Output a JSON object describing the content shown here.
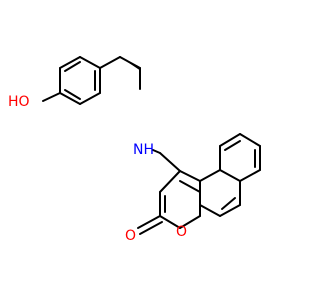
{
  "atoms": {
    "hydroxyl": {
      "text": "HO",
      "color": "#ff0000"
    },
    "amine": {
      "text": "NH",
      "color": "#0000ff"
    },
    "ring_oxygen": {
      "text": "O",
      "color": "#ff0000"
    },
    "carbonyl_oxygen": {
      "text": "O",
      "color": "#ff0000"
    }
  },
  "colors": {
    "bond": "#000000",
    "background": "#ffffff"
  }
}
